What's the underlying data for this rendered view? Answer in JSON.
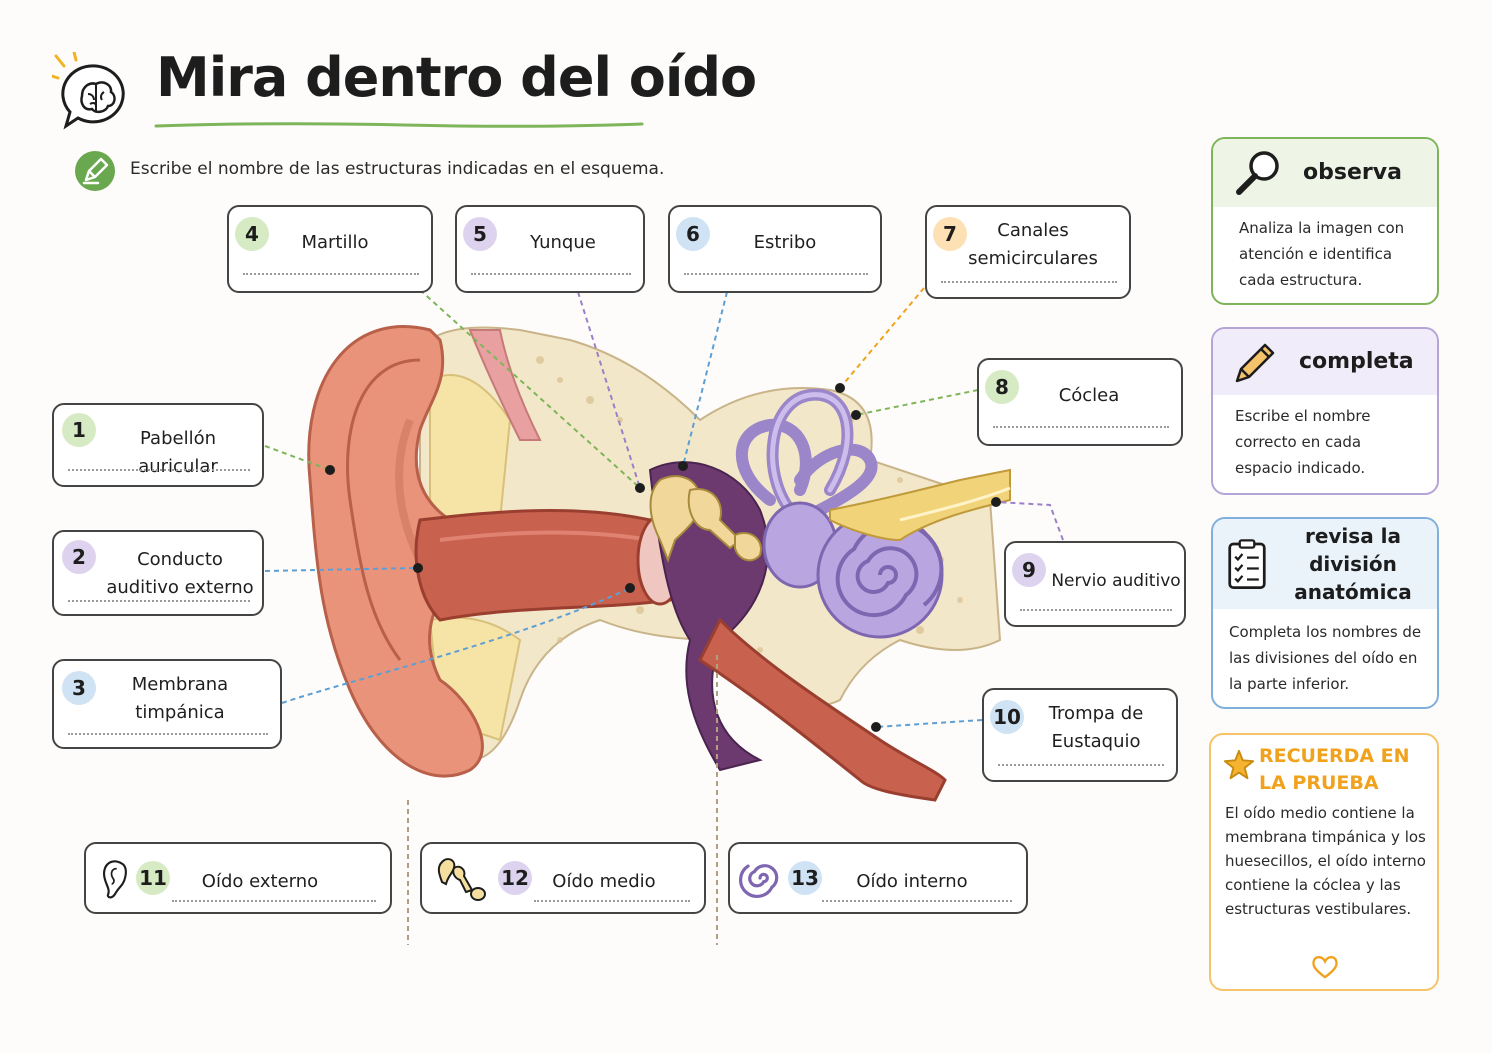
{
  "page": {
    "title": "Mira dentro del oído",
    "instruction": "Escribe el nombre de las estructuras indicadas en el esquema."
  },
  "labels": [
    {
      "num": "1",
      "text": "Pabellón auricular",
      "color": "#d6ebc4"
    },
    {
      "num": "2",
      "text": "Conducto auditivo externo",
      "color": "#ddd3ee"
    },
    {
      "num": "3",
      "text": "Membrana timpánica",
      "color": "#cfe3f4"
    },
    {
      "num": "4",
      "text": "Martillo",
      "color": "#d6ebc4"
    },
    {
      "num": "5",
      "text": "Yunque",
      "color": "#ddd3ee"
    },
    {
      "num": "6",
      "text": "Estribo",
      "color": "#cfe3f4"
    },
    {
      "num": "7",
      "text": "Canales semicirculares",
      "color": "#fde0b3"
    },
    {
      "num": "8",
      "text": "Cóclea",
      "color": "#d6ebc4"
    },
    {
      "num": "9",
      "text": "Nervio auditivo",
      "color": "#ddd3ee"
    },
    {
      "num": "10",
      "text": "Trompa de Eustaquio",
      "color": "#cfe3f4"
    }
  ],
  "divisions": [
    {
      "num": "11",
      "text": "Oído externo",
      "icon": "ear-icon"
    },
    {
      "num": "12",
      "text": "Oído medio",
      "icon": "ossicles-icon"
    },
    {
      "num": "13",
      "text": "Oído interno",
      "icon": "cochlea-icon"
    }
  ],
  "sidebar": {
    "observe": {
      "title": "observa",
      "text": "Analiza la imagen con atención e identifica cada estructura.",
      "icon": "magnifier-icon",
      "color": "#7fb55a"
    },
    "complete": {
      "title": "completa",
      "text": "Escribe el nombre correcto en cada espacio indicado.",
      "icon": "pencil-icon",
      "color": "#b4a4d8"
    },
    "review": {
      "title": "revisa la división anatómica",
      "text": "Completa los nombres de las divisiones del oído en la parte inferior.",
      "icon": "clipboard-icon",
      "color": "#7fb0dd"
    },
    "reminder": {
      "title": "RECUERDA EN LA PRUEBA",
      "text": "El oído medio contiene la membrana timpánica y los huesecillos, el oído interno contiene la cóclea y las estructuras vestibulares.",
      "icon": "star-icon",
      "color": "#f5c46a"
    }
  },
  "colors": {
    "ear_skin": "#e9947a",
    "canal": "#c8614e",
    "bone": "#f3e7c9",
    "middle_ear": "#6c3a6e",
    "inner_ear": "#b9a6e0",
    "nerve": "#f1d37a",
    "title_underline": "#7fb55a"
  }
}
